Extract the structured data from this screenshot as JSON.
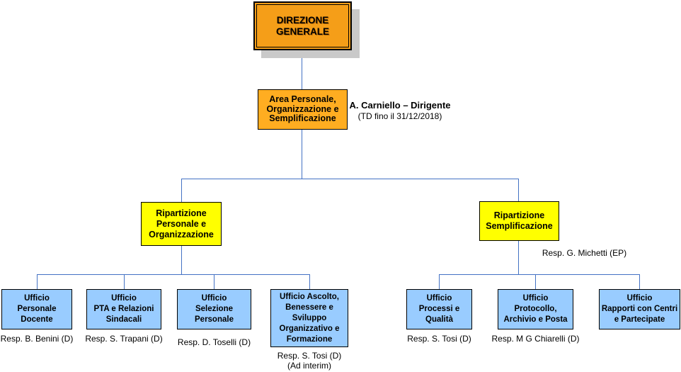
{
  "colors": {
    "orange_dark": "#F59E18",
    "orange_light": "#FFAD21",
    "yellow": "#FFFF00",
    "blue_fill": "#99CCFF",
    "connector_blue": "#4472C4",
    "shadow_gray": "#C9C9C9"
  },
  "nodes": {
    "direzione_generale": {
      "label": "DIREZIONE\nGENERALE"
    },
    "area_personale": {
      "label": "Area Personale,\nOrganizzazione e\nSemplificazione",
      "dirigente": "A. Carniello – Dirigente",
      "dirigente_note": "(TD fino il 31/12/2018)"
    },
    "ripartizione_personale": {
      "label": "Ripartizione\nPersonale e\nOrganizzazione"
    },
    "ripartizione_semplificazione": {
      "label": "Ripartizione\nSemplificazione",
      "responsabile": "Resp. G. Michetti (EP)"
    },
    "uffici": [
      {
        "label": "Ufficio\nPersonale\nDocente",
        "responsabile": "Resp. B. Benini (D)"
      },
      {
        "label": "Ufficio\nPTA e Relazioni\nSindacali",
        "responsabile": "Resp. S. Trapani (D)"
      },
      {
        "label": "Ufficio\nSelezione\nPersonale",
        "responsabile": "Resp. D. Toselli (D)"
      },
      {
        "label": "Ufficio Ascolto,\nBenessere e\nSviluppo\nOrganizzativo e\nFormazione",
        "responsabile": "Resp. S. Tosi (D)\n(Ad interim)"
      },
      {
        "label": "Ufficio\nProcessi e\nQualità",
        "responsabile": "Resp. S. Tosi (D)"
      },
      {
        "label": "Ufficio\nProtocollo,\nArchivio e Posta",
        "responsabile": "Resp. M G Chiarelli (D)"
      },
      {
        "label": "Ufficio\nRapporti con Centri\ne Partecipate"
      }
    ]
  }
}
